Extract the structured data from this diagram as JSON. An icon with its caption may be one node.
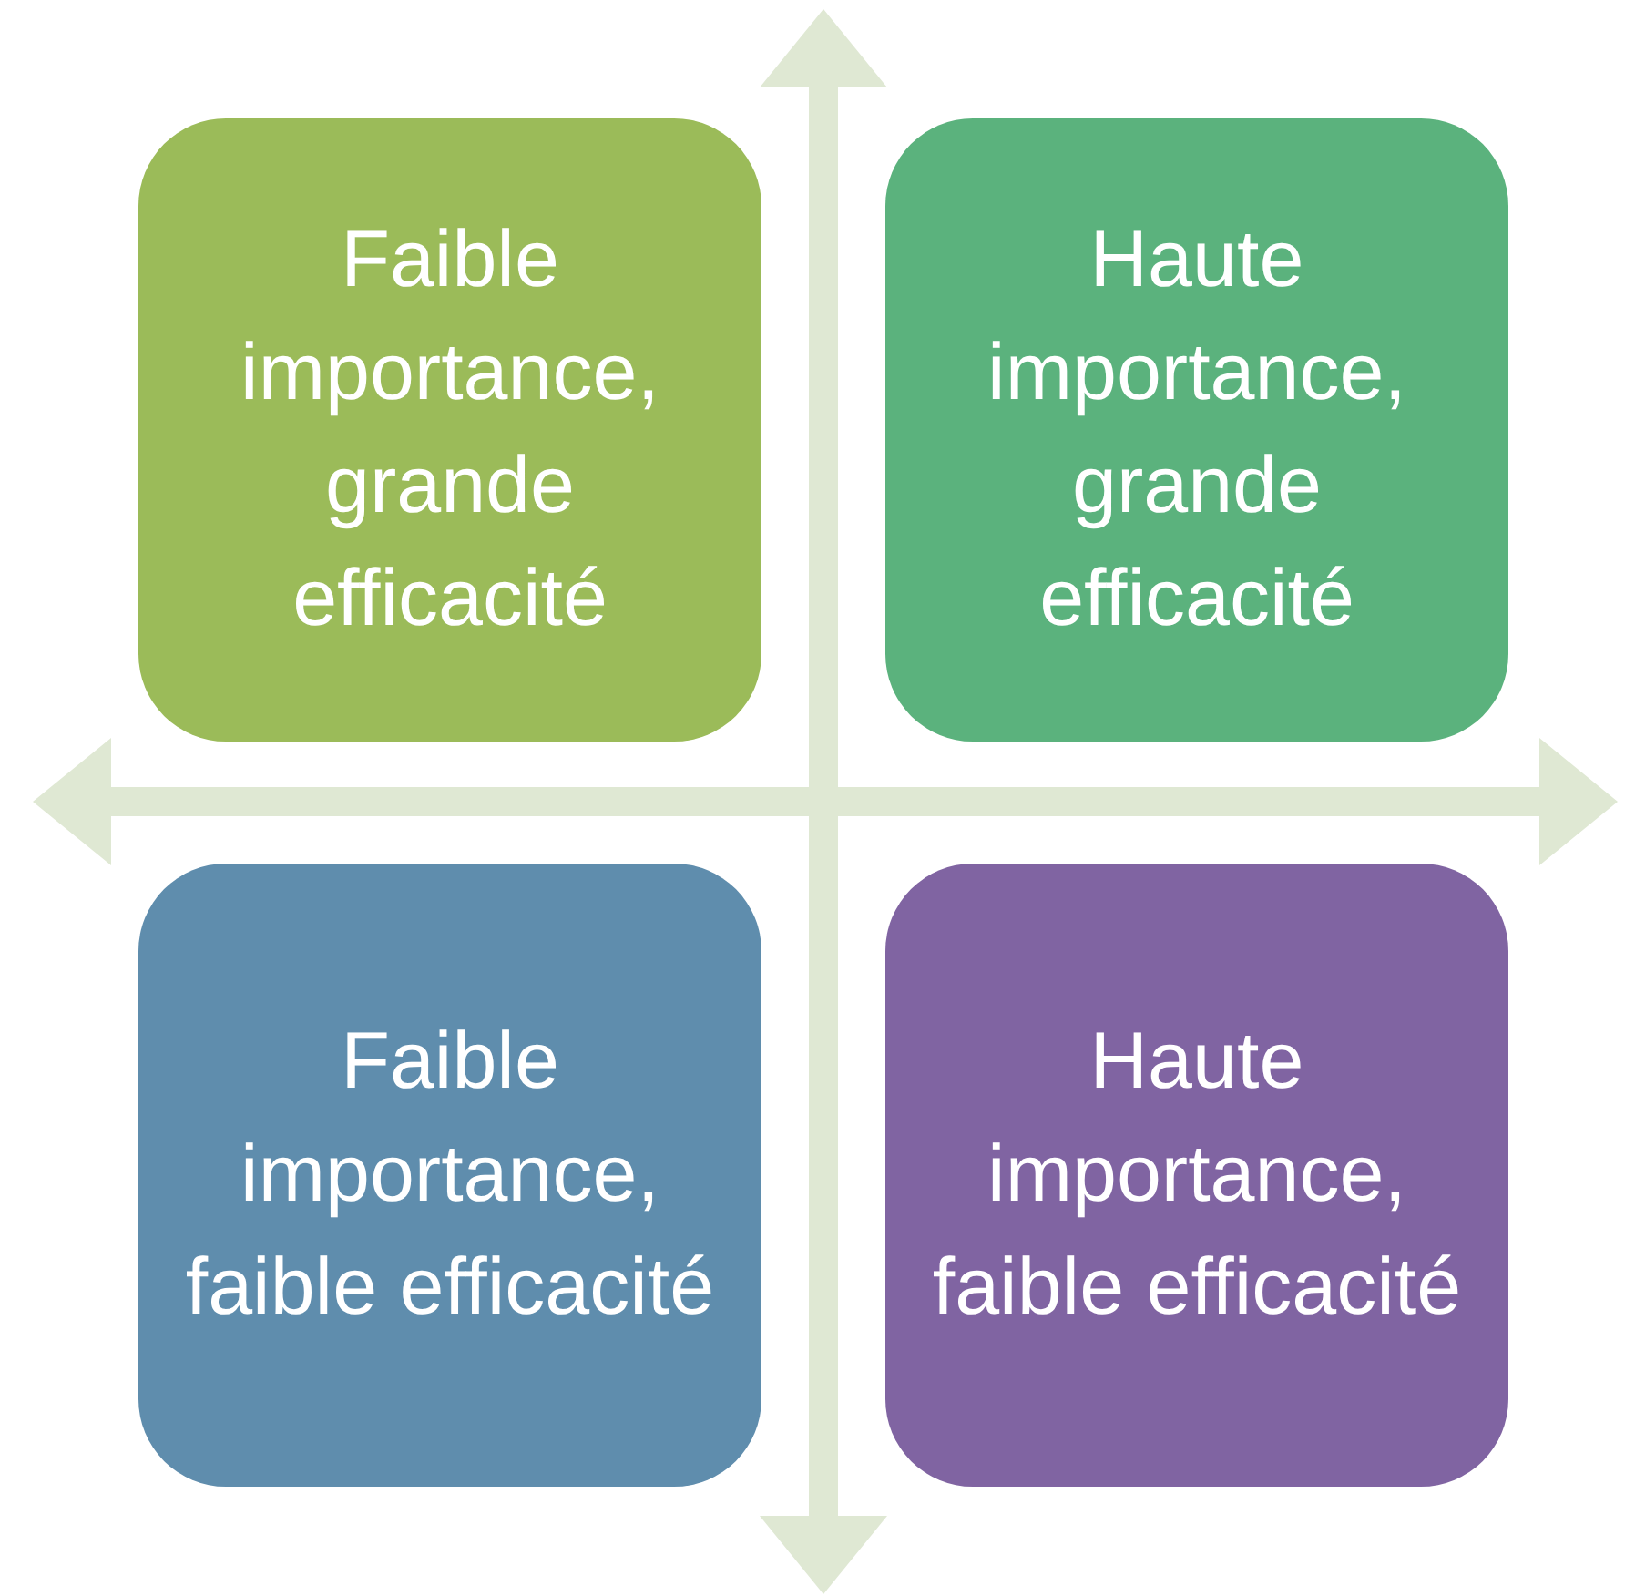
{
  "diagram": {
    "nodes": [
      {
        "text": [
          "Faible importance, grande efficacité"
        ]
      },
      {
        "text": [
          "Haute importance, grande efficacité"
        ]
      },
      {
        "text": [
          "Faible importance, faible efficacité"
        ]
      },
      {
        "text": [
          "Haute importance, faible efficacité"
        ]
      }
    ]
  }
}
